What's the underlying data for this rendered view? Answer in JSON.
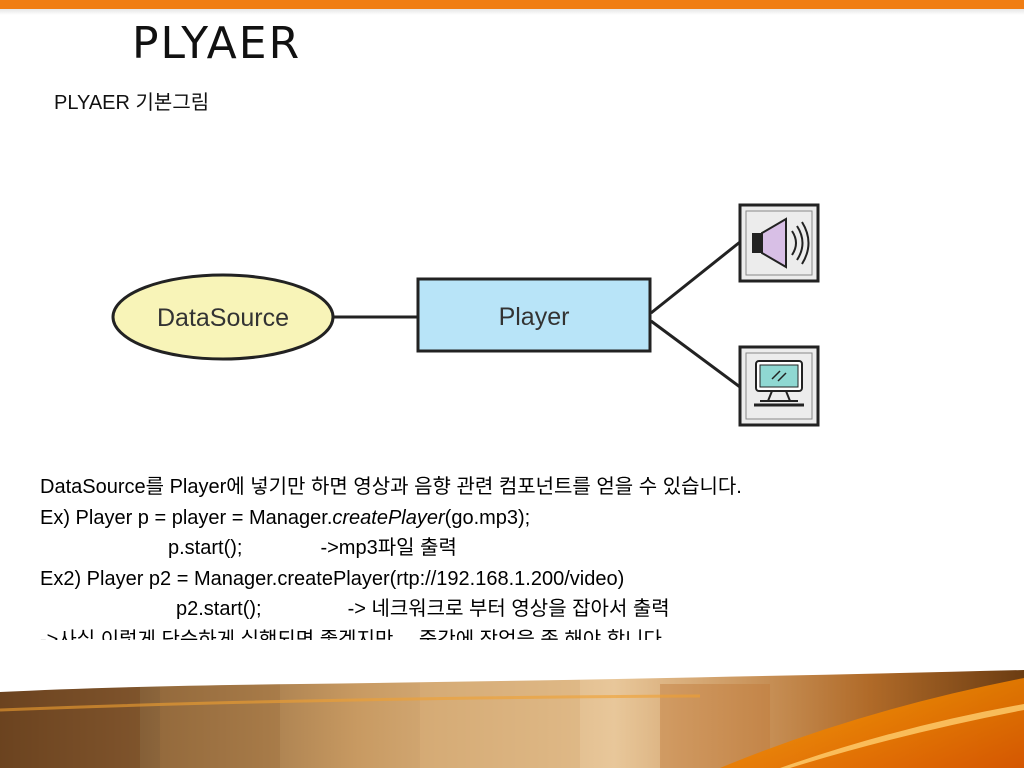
{
  "slide": {
    "title": "PLYAER",
    "subtitle": "PLYAER 기본그림"
  },
  "diagram": {
    "source_label": "DataSource",
    "player_label": "Player",
    "outputs": [
      "speaker-icon",
      "monitor-icon"
    ],
    "colors": {
      "source_fill": "#f8f4b8",
      "player_fill": "#b8e4f8",
      "stroke": "#222222"
    }
  },
  "body": {
    "line1_a": "DataSource",
    "line1_b": "를 ",
    "line1_c": "Player",
    "line1_d": "에 넣기만 하면 영상과 음향 관련 컴포넌트를 얻을 수 있습니다.",
    "line2_a": "Ex) Player p = player = Manager.",
    "line2_b": "createPlayer",
    "line2_c": "(go.mp3);",
    "line3_a": "p.start();",
    "line3_b": "->mp3파일 출력",
    "line4": "Ex2) Player p2 = Manager.createPlayer(rtp://192.168.1.200/video)",
    "line5_a": "p2.start();",
    "line5_b": "-> 네크워크로 부터 영상을 잡아서 출력",
    "line6": "->사실 이렇게 단순하게 실행되면 좋겠지만… 중간에 작업을 좀 해야 합니다."
  },
  "theme": {
    "accent": "#f07d12"
  }
}
